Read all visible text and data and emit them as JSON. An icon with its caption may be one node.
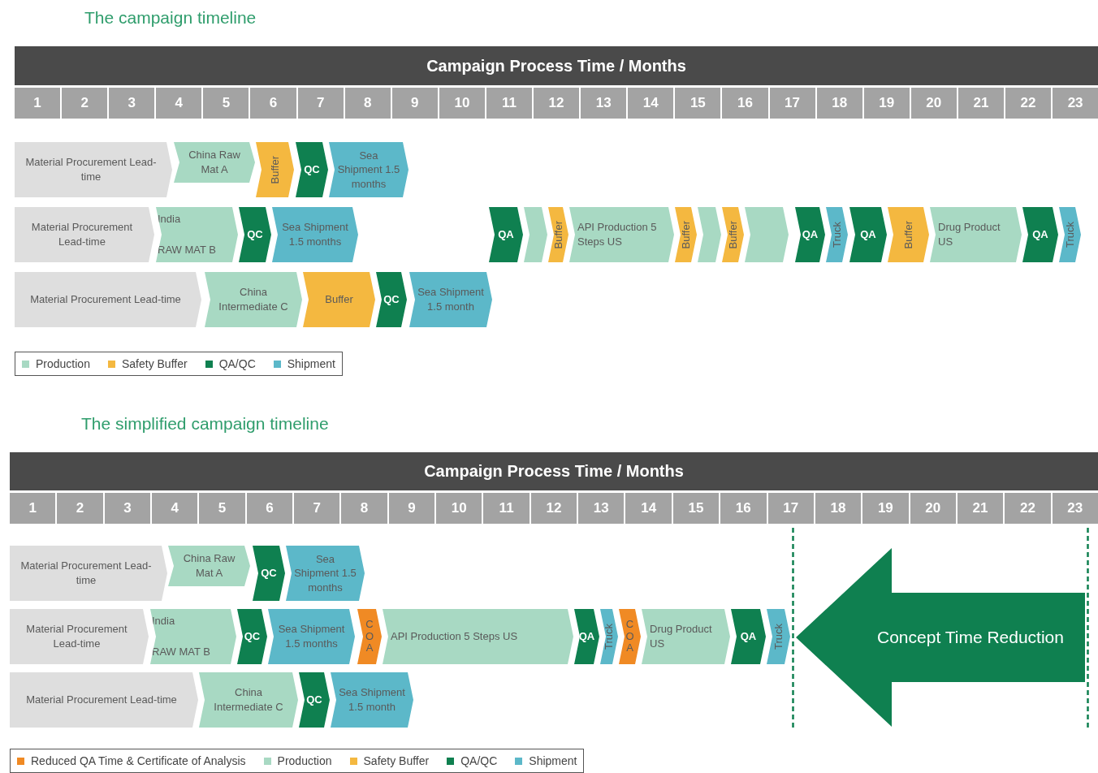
{
  "diagram": {
    "nodes": [
      {
        "text": [
          "Campaign Process Time / Months"
        ]
      },
      {
        "text": [
          "Material Procurement Lead-time"
        ]
      },
      {
        "text": [
          "China Raw Mat A"
        ]
      },
      {
        "text": [
          "Buffer"
        ]
      },
      {
        "text": [
          "QC"
        ]
      },
      {
        "text": [
          "Sea Shipment 1.5 months"
        ]
      },
      {
        "text": [
          "Material Procurement Lead-time"
        ]
      },
      {
        "text": [
          "India",
          "RAW MAT B"
        ]
      },
      {
        "text": [
          "QC"
        ]
      },
      {
        "text": [
          "Sea Shipment 1.5 months"
        ]
      },
      {
        "text": [
          "QA"
        ]
      },
      {
        "text": [],
        "shape": "box"
      },
      {
        "text": [
          "Buffer"
        ]
      },
      {
        "text": [
          "API Production 5 Steps US"
        ]
      },
      {
        "text": [
          "Buffer"
        ]
      },
      {
        "text": [],
        "shape": "box"
      },
      {
        "text": [
          "Buffer"
        ]
      },
      {
        "text": [],
        "shape": "box"
      },
      {
        "text": [
          "QA"
        ]
      },
      {
        "text": [
          "Truck"
        ]
      },
      {
        "text": [
          "QA"
        ]
      },
      {
        "text": [
          "Buffer"
        ]
      },
      {
        "text": [
          "Drug Product US"
        ]
      },
      {
        "text": [
          "QA"
        ]
      },
      {
        "text": [
          "Truck"
        ]
      },
      {
        "text": [
          "Material Procurement Lead-time"
        ]
      },
      {
        "text": [
          "China Intermediate C"
        ]
      },
      {
        "text": [
          "Buffer"
        ]
      },
      {
        "text": [
          "QC"
        ]
      },
      {
        "text": [
          "Sea Shipment 1.5 month"
        ]
      },
      {
        "text": [
          "Campaign Process Time / Months"
        ]
      },
      {
        "text": [
          "Material Procurement Lead-time"
        ]
      },
      {
        "text": [
          "China Raw Mat A"
        ]
      },
      {
        "text": [
          "QC"
        ]
      },
      {
        "text": [
          "Sea Shipment 1.5 months"
        ]
      },
      {
        "text": [
          "Material Procurement Lead-time"
        ]
      },
      {
        "text": [
          "India",
          "RAW MAT B"
        ]
      },
      {
        "text": [
          "QC"
        ]
      },
      {
        "text": [
          "Sea Shipment 1.5 months"
        ]
      },
      {
        "text": [
          "COA"
        ]
      },
      {
        "text": [
          "API Production 5 Steps US"
        ]
      },
      {
        "text": [
          "QA"
        ]
      },
      {
        "text": [
          "Truck"
        ]
      },
      {
        "text": [
          "COA"
        ]
      },
      {
        "text": [
          "Drug Product US"
        ]
      },
      {
        "text": [
          "QA"
        ]
      },
      {
        "text": [
          "Truck"
        ]
      },
      {
        "text": [
          "Material Procurement Lead-time"
        ]
      },
      {
        "text": [
          "China Intermediate C"
        ]
      },
      {
        "text": [
          "QC"
        ]
      },
      {
        "text": [
          "Sea Shipment 1.5 month"
        ]
      },
      {
        "text": [
          "Concept Time Reduction"
        ]
      }
    ],
    "labels": [
      "The campaign timeline",
      "1",
      "2",
      "3",
      "4",
      "5",
      "6",
      "7",
      "8",
      "9",
      "10",
      "11",
      "12",
      "13",
      "14",
      "15",
      "16",
      "17",
      "18",
      "19",
      "20",
      "21",
      "22",
      "23",
      "The simplified campaign timeline",
      "1",
      "2",
      "3",
      "4",
      "5",
      "6",
      "7",
      "8",
      "9",
      "10",
      "11",
      "12",
      "13",
      "14",
      "15",
      "16",
      "17",
      "18",
      "19",
      "20",
      "21",
      "22",
      "23"
    ],
    "legend": [
      {
        "text": "Production",
        "color": "#a8d9c3"
      },
      {
        "text": "Safety Buffer",
        "color": "#f4b840"
      },
      {
        "text": "QA/QC",
        "color": "#0f8050"
      },
      {
        "text": "Shipment",
        "color": "#5cb8c9"
      },
      {
        "text": "Reduced QA Time & Certificate of Analysis",
        "color": "#f08a24"
      },
      {
        "text": "Production",
        "color": "#a8d9c3"
      },
      {
        "text": "Safety Buffer",
        "color": "#f4b840"
      },
      {
        "text": "QA/QC",
        "color": "#0f8050"
      },
      {
        "text": "Shipment",
        "color": "#5cb8c9"
      }
    ]
  }
}
